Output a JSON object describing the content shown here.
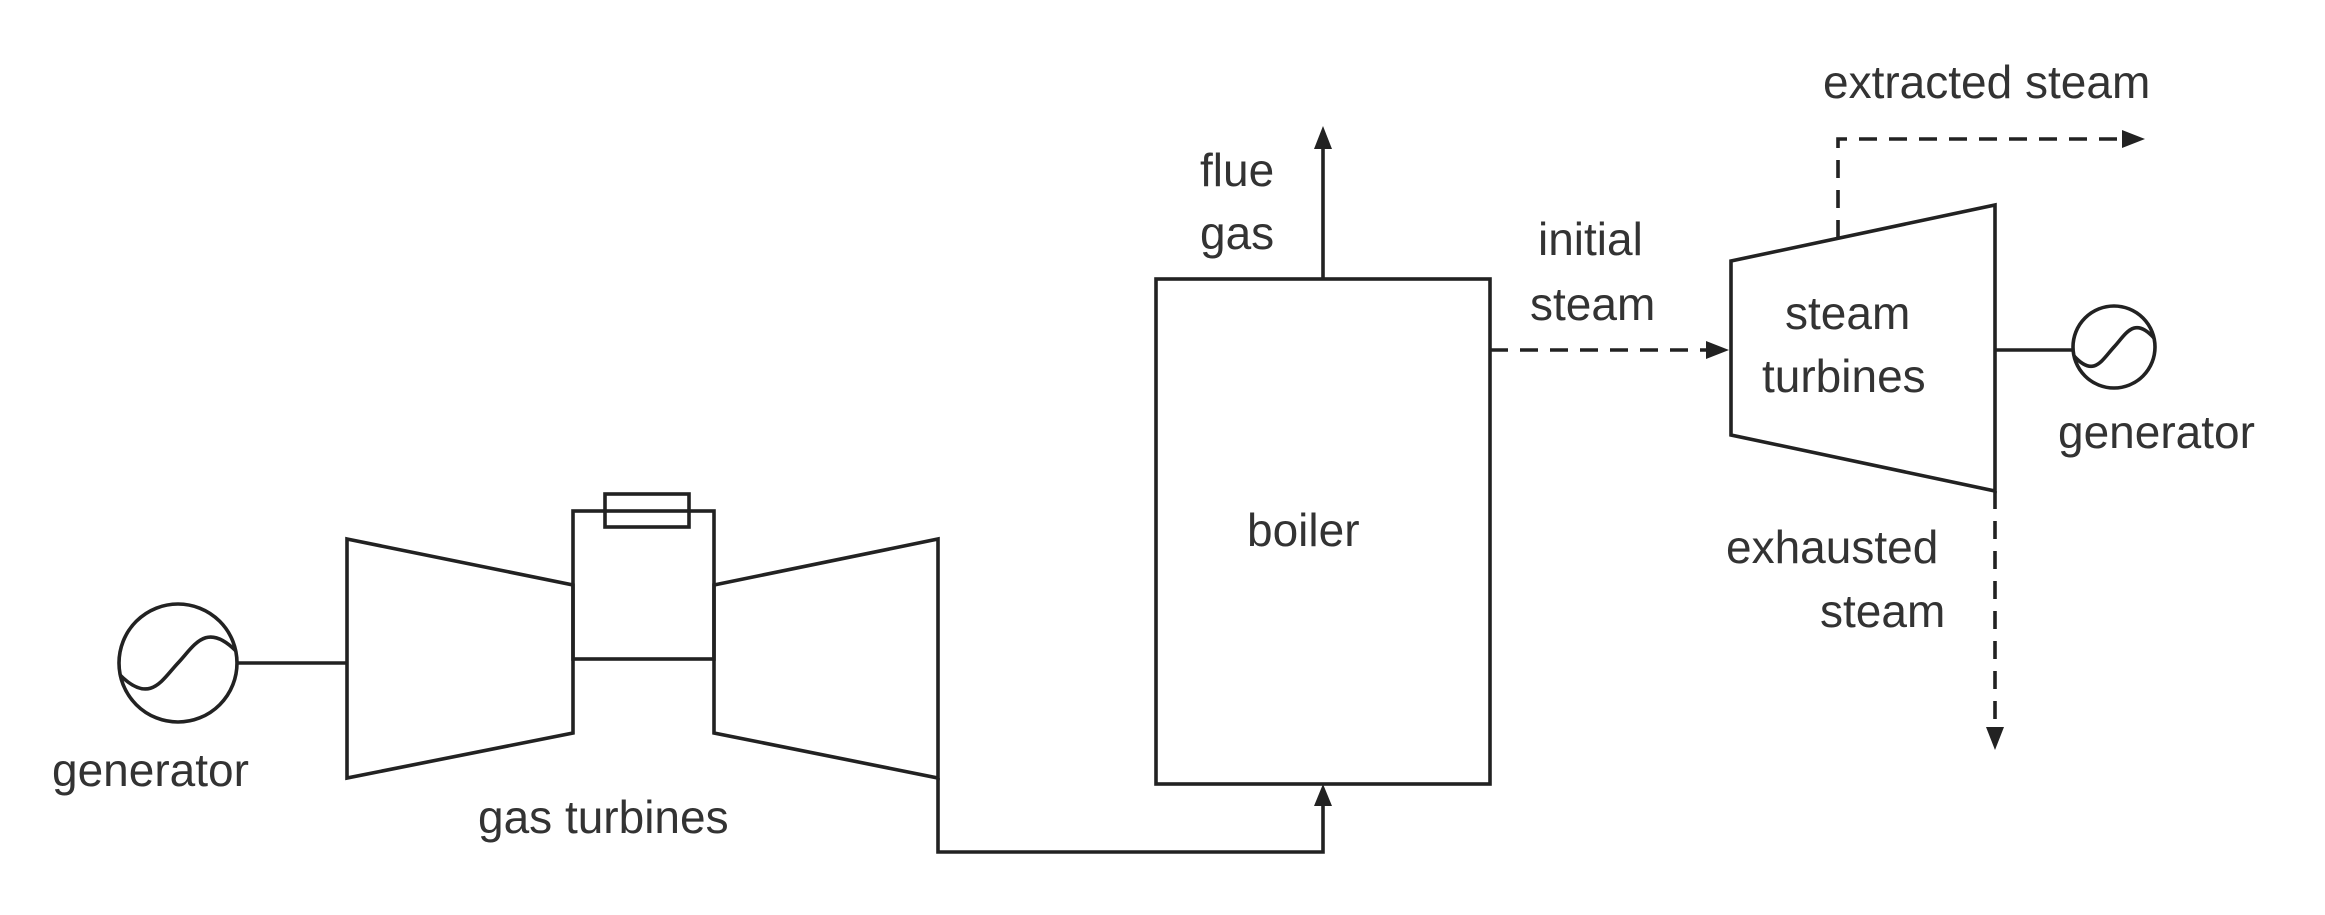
{
  "labels": {
    "generator_left": "generator",
    "gas_turbines": "gas turbines",
    "boiler": "boiler",
    "flue_gas_line1": "flue",
    "flue_gas_line2": "gas",
    "initial_steam_line1": "initial",
    "initial_steam_line2": "steam",
    "steam_turbines_line1": "steam",
    "steam_turbines_line2": "turbines",
    "generator_right": "generator",
    "extracted_steam": "extracted steam",
    "exhausted_steam_line1": "exhausted",
    "exhausted_steam_line2": "steam"
  },
  "colors": {
    "line": "#222222",
    "text": "#333333",
    "background": "#ffffff"
  },
  "line_styles": {
    "flue_gas": "solid",
    "gas_to_boiler": "solid",
    "initial_steam": "dashed",
    "extracted_steam": "dashed",
    "exhausted_steam": "dashed"
  }
}
